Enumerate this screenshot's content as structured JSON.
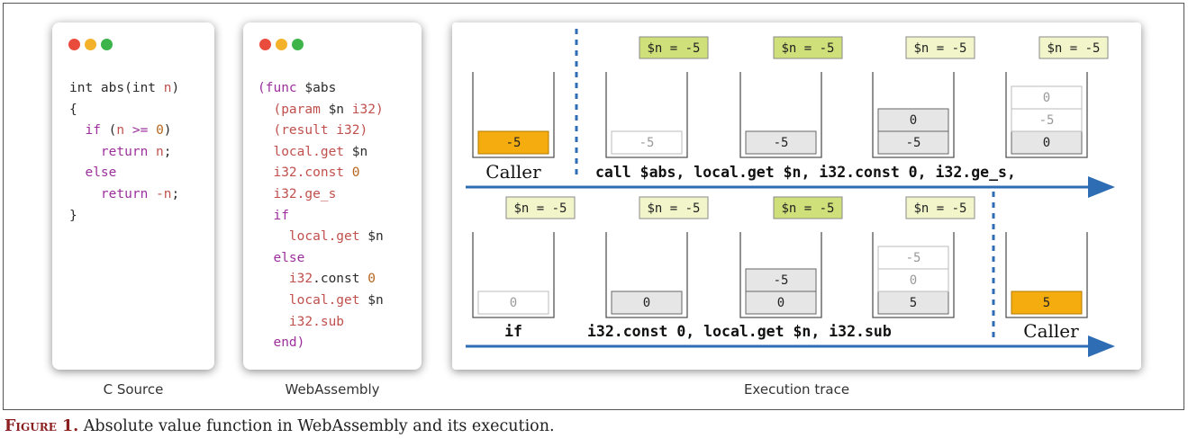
{
  "source_panel": {
    "lines": [
      [
        {
          "t": "int abs(int ",
          "c": "plain"
        },
        {
          "t": "n",
          "c": "var"
        },
        {
          "t": ")",
          "c": "plain"
        }
      ],
      [
        {
          "t": "{",
          "c": "plain"
        }
      ],
      [
        {
          "t": "  if ",
          "c": "kw"
        },
        {
          "t": "(",
          "c": "plain"
        },
        {
          "t": "n ",
          "c": "var"
        },
        {
          "t": ">= ",
          "c": "kw"
        },
        {
          "t": "0",
          "c": "num"
        },
        {
          "t": ")",
          "c": "plain"
        }
      ],
      [
        {
          "t": "    return ",
          "c": "kw"
        },
        {
          "t": "n",
          "c": "var"
        },
        {
          "t": ";",
          "c": "plain"
        }
      ],
      [
        {
          "t": "  else",
          "c": "kw"
        }
      ],
      [
        {
          "t": "    return ",
          "c": "kw"
        },
        {
          "t": "-n",
          "c": "var"
        },
        {
          "t": ";",
          "c": "plain"
        }
      ],
      [
        {
          "t": "}",
          "c": "plain"
        }
      ]
    ],
    "caption": "C Source"
  },
  "wasm_panel": {
    "lines": [
      [
        {
          "t": "(func ",
          "c": "kw"
        },
        {
          "t": "$abs",
          "c": "plain"
        }
      ],
      [
        {
          "t": "  (param ",
          "c": "pc"
        },
        {
          "t": "$n ",
          "c": "plain"
        },
        {
          "t": "i32",
          "c": "pc"
        },
        {
          "t": ")",
          "c": "pc"
        }
      ],
      [
        {
          "t": "  (result i32)",
          "c": "pc"
        }
      ],
      [
        {
          "t": "  local.get ",
          "c": "pc"
        },
        {
          "t": "$n",
          "c": "plain"
        }
      ],
      [
        {
          "t": "  i32.const ",
          "c": "pc"
        },
        {
          "t": "0",
          "c": "num"
        }
      ],
      [
        {
          "t": "  i32.ge_s",
          "c": "pc"
        }
      ],
      [
        {
          "t": "  if",
          "c": "kw"
        }
      ],
      [
        {
          "t": "    local.get ",
          "c": "pc"
        },
        {
          "t": "$n",
          "c": "plain"
        }
      ],
      [
        {
          "t": "  else",
          "c": "kw"
        }
      ],
      [
        {
          "t": "    i32",
          "c": "pc"
        },
        {
          "t": ".const ",
          "c": "plain"
        },
        {
          "t": "0",
          "c": "num"
        }
      ],
      [
        {
          "t": "    local.get ",
          "c": "pc"
        },
        {
          "t": "$n",
          "c": "plain"
        }
      ],
      [
        {
          "t": "    i32.sub",
          "c": "pc"
        }
      ],
      [
        {
          "t": "  end)",
          "c": "kw"
        }
      ]
    ],
    "caption": "WebAssembly"
  },
  "trace": {
    "caption": "Execution trace",
    "colors": {
      "caller_fill": "#f5ac0f",
      "active_fill": "#e6e6e6",
      "faded_fill": "#ffffff",
      "local_green": "#cfe07a",
      "local_pale": "#f1f5c9",
      "arrow": "#2e6db4"
    },
    "caller_label": "Caller",
    "row1": {
      "instructions": "call $abs, local.get $n, i32.const 0,  i32.ge_s,",
      "stacks": [
        {
          "local": null,
          "cells": [
            {
              "v": "-5",
              "s": "caller"
            }
          ]
        },
        {
          "local": {
            "text": "$n = -5",
            "style": "green"
          },
          "cells": [
            {
              "v": "-5",
              "s": "faded"
            }
          ]
        },
        {
          "local": {
            "text": "$n = -5",
            "style": "green"
          },
          "cells": [
            {
              "v": "-5",
              "s": "active"
            }
          ]
        },
        {
          "local": {
            "text": "$n = -5",
            "style": "pale"
          },
          "cells": [
            {
              "v": "-5",
              "s": "active"
            },
            {
              "v": "0",
              "s": "active"
            }
          ]
        },
        {
          "local": {
            "text": "$n = -5",
            "style": "pale"
          },
          "cells": [
            {
              "v": "0",
              "s": "active"
            },
            {
              "v": "-5",
              "s": "faded"
            },
            {
              "v": "0",
              "s": "faded"
            }
          ]
        }
      ]
    },
    "row2": {
      "instruction_if": "if",
      "instructions": "i32.const 0, local.get $n, i32.sub",
      "stacks": [
        {
          "local": {
            "text": "$n = -5",
            "style": "pale"
          },
          "cells": [
            {
              "v": "0",
              "s": "faded"
            }
          ]
        },
        {
          "local": {
            "text": "$n = -5",
            "style": "pale"
          },
          "cells": [
            {
              "v": "0",
              "s": "active"
            }
          ]
        },
        {
          "local": {
            "text": "$n = -5",
            "style": "green"
          },
          "cells": [
            {
              "v": "0",
              "s": "active"
            },
            {
              "v": "-5",
              "s": "active"
            }
          ]
        },
        {
          "local": {
            "text": "$n = -5",
            "style": "pale"
          },
          "cells": [
            {
              "v": "5",
              "s": "active"
            },
            {
              "v": "0",
              "s": "faded"
            },
            {
              "v": "-5",
              "s": "faded"
            }
          ]
        },
        {
          "local": null,
          "cells": [
            {
              "v": "5",
              "s": "caller"
            }
          ]
        }
      ]
    }
  },
  "figure_caption": {
    "label": "Figure 1.",
    "text": " Absolute value function in WebAssembly and its execution."
  }
}
